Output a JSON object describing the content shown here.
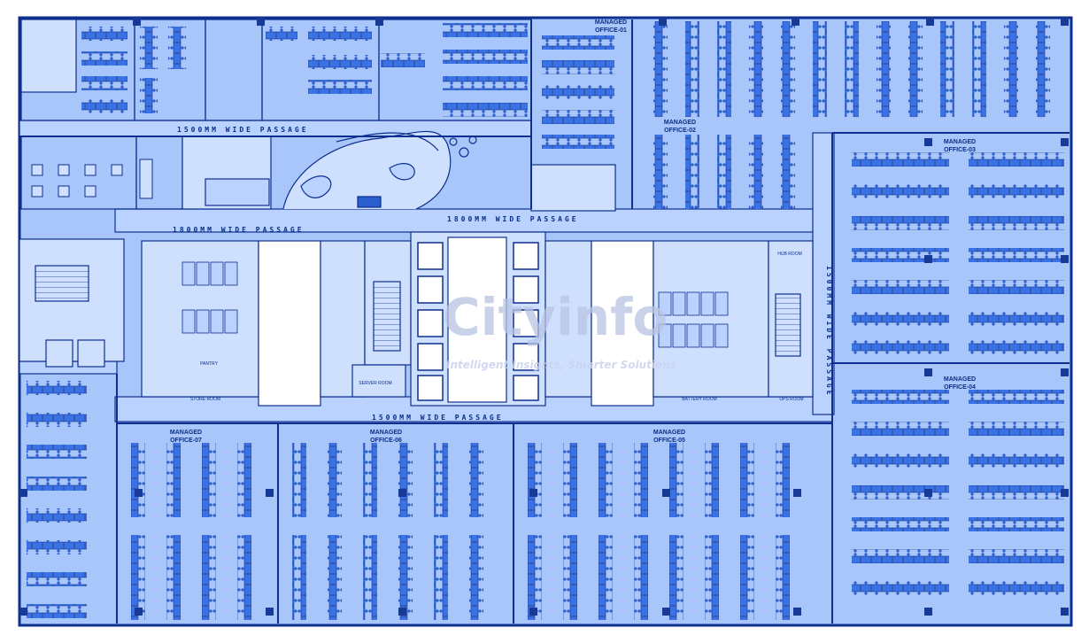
{
  "colors": {
    "background": "#ffffff",
    "floor": "#a9c6fb",
    "line": "#0d2f8f",
    "desk": "#3a73e6",
    "room": "#cfe0ff",
    "column": "#163a96"
  },
  "passages": [
    "1500MM WIDE PASSAGE",
    "1800MM WIDE PASSAGE",
    "1800MM WIDE PASSAGE",
    "1500MM WIDE PASSAGE",
    "1500MM WIDE PASSAGE"
  ],
  "offices": {
    "office_01": [
      "MANAGED",
      "OFFICE-01"
    ],
    "office_02": [
      "MANAGED",
      "OFFICE-02"
    ],
    "office_03": [
      "MANAGED",
      "OFFICE-03"
    ],
    "office_04": [
      "MANAGED",
      "OFFICE-04"
    ],
    "office_05": [
      "MANAGED",
      "OFFICE-05"
    ],
    "office_06": [
      "MANAGED",
      "OFFICE-06"
    ],
    "office_07": [
      "MANAGED",
      "OFFICE-07"
    ]
  },
  "rooms": {
    "pantry": "PANTRY",
    "store_room": "STORE ROOM",
    "server_room": "SERVER ROOM",
    "battery_room": "BATTERY ROOM",
    "ups_room": "UPS ROOM",
    "hub_room": "HUB ROOM"
  },
  "watermark": {
    "brand": "Cityinfo",
    "tagline": "Intelligent Insights, Smarter Solutions"
  }
}
